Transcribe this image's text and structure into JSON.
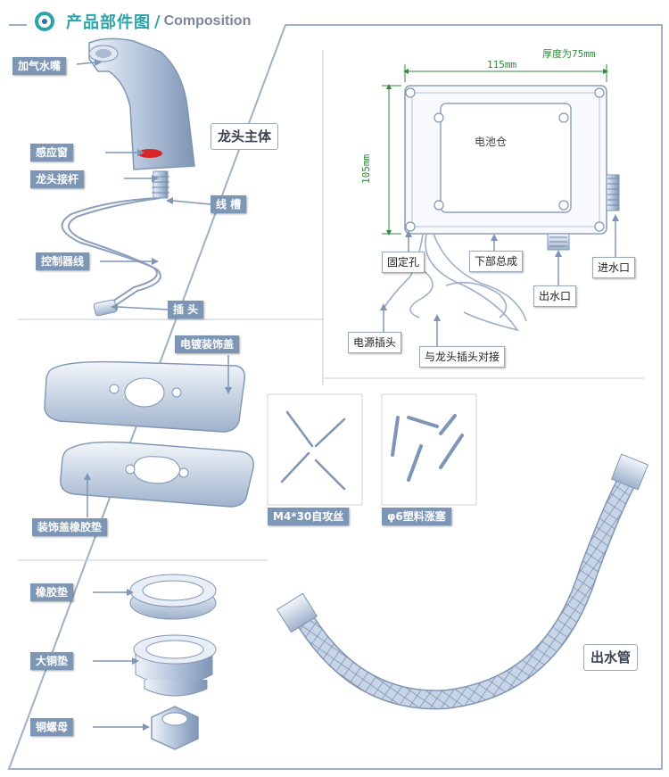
{
  "header": {
    "title_cn": "产品部件图",
    "separator": "/",
    "title_en": "Composition",
    "logo_icon": "logo-ring-icon"
  },
  "faucet": {
    "title": "龙头主体",
    "labels": {
      "aerator": "加气水嘴",
      "sensor_window": "感应窗",
      "connecting_rod": "龙头接杆",
      "wire_groove": "线  槽",
      "controller_cable": "控制器线",
      "plug": "插  头"
    }
  },
  "control_box": {
    "dim_width": "115mm",
    "dim_height": "105mm",
    "dim_thickness": "厚度为75mm",
    "battery": "电池仓",
    "labels": {
      "fixing_hole": "固定孔",
      "lower_assembly": "下部总成",
      "water_outlet": "出水口",
      "water_inlet": "进水口",
      "power_plug": "电源插头",
      "faucet_plug": "与龙头插头对接"
    }
  },
  "parts": {
    "cover_plate": "电镀装饰盖",
    "cover_gasket": "装饰盖橡胶垫",
    "screws": "M4*30自攻丝",
    "anchors": "φ6塑料涨塞",
    "rubber_gasket": "橡胶垫",
    "copper_gasket": "大铜垫",
    "copper_nut": "铜螺母",
    "outlet_hose": "出水管"
  },
  "colors": {
    "accent": "#2aa3a9",
    "label_bg": "#7e96b6",
    "line": "#7f95b5",
    "dimension": "#2d8a3a",
    "sensor_red": "#d8262a"
  }
}
